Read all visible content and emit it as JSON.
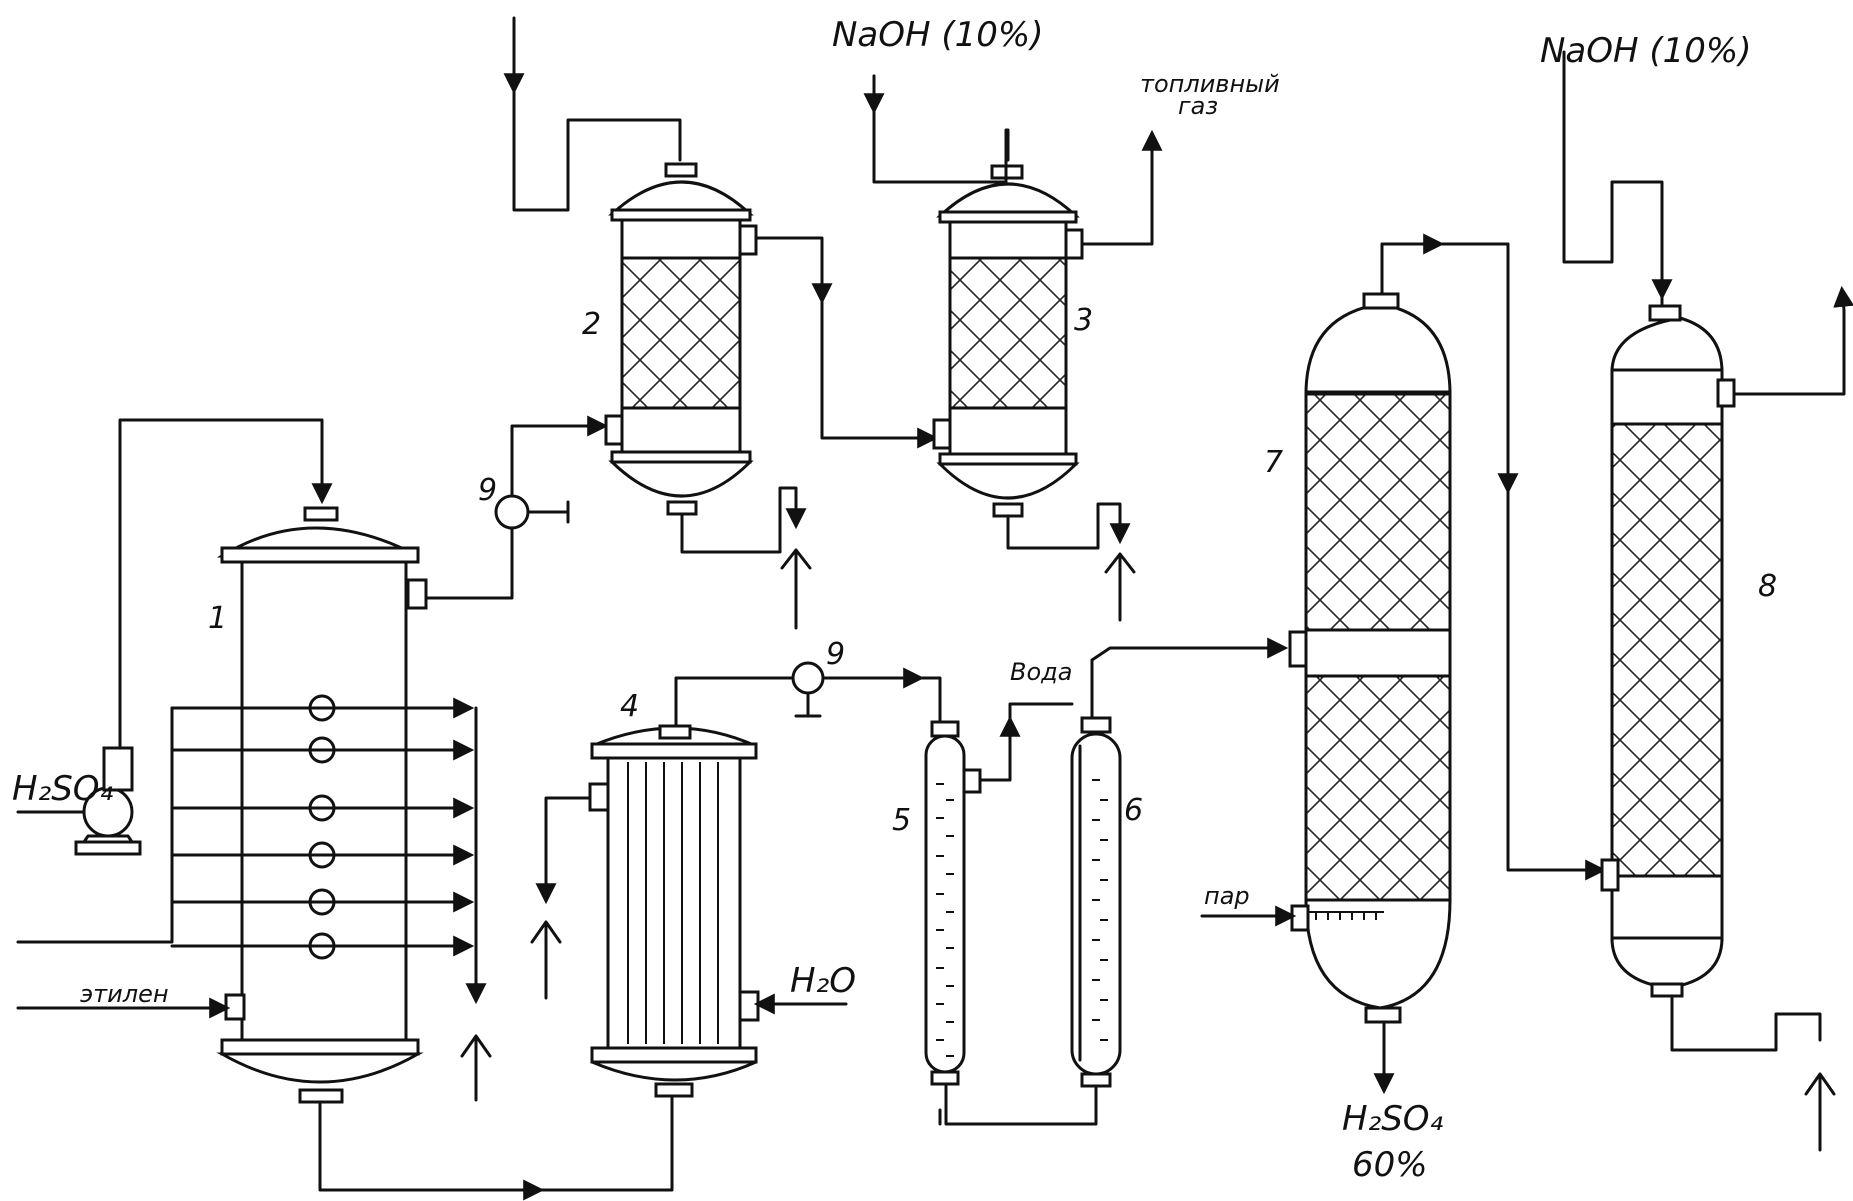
{
  "labels": {
    "naoh_left": "NaOH (10%)",
    "naoh_right": "NaOH (10%)",
    "fuel_gas_line1": "топливный",
    "fuel_gas_line2": "газ",
    "voda": "Вода",
    "par": "пар",
    "ethylene": "этилен",
    "h2so4_feed": "H₂SO₄",
    "h2o": "H₂O",
    "h2so4_out": "H₂SO₄",
    "h2so4_out_conc": "60%"
  },
  "units": {
    "u1": "1",
    "u2": "2",
    "u3": "3",
    "u4": "4",
    "u5": "5",
    "u6": "6",
    "u7": "7",
    "u8": "8",
    "u9a": "9",
    "u9b": "9"
  },
  "colors": {
    "ink": "#111111",
    "paper": "#ffffff"
  }
}
